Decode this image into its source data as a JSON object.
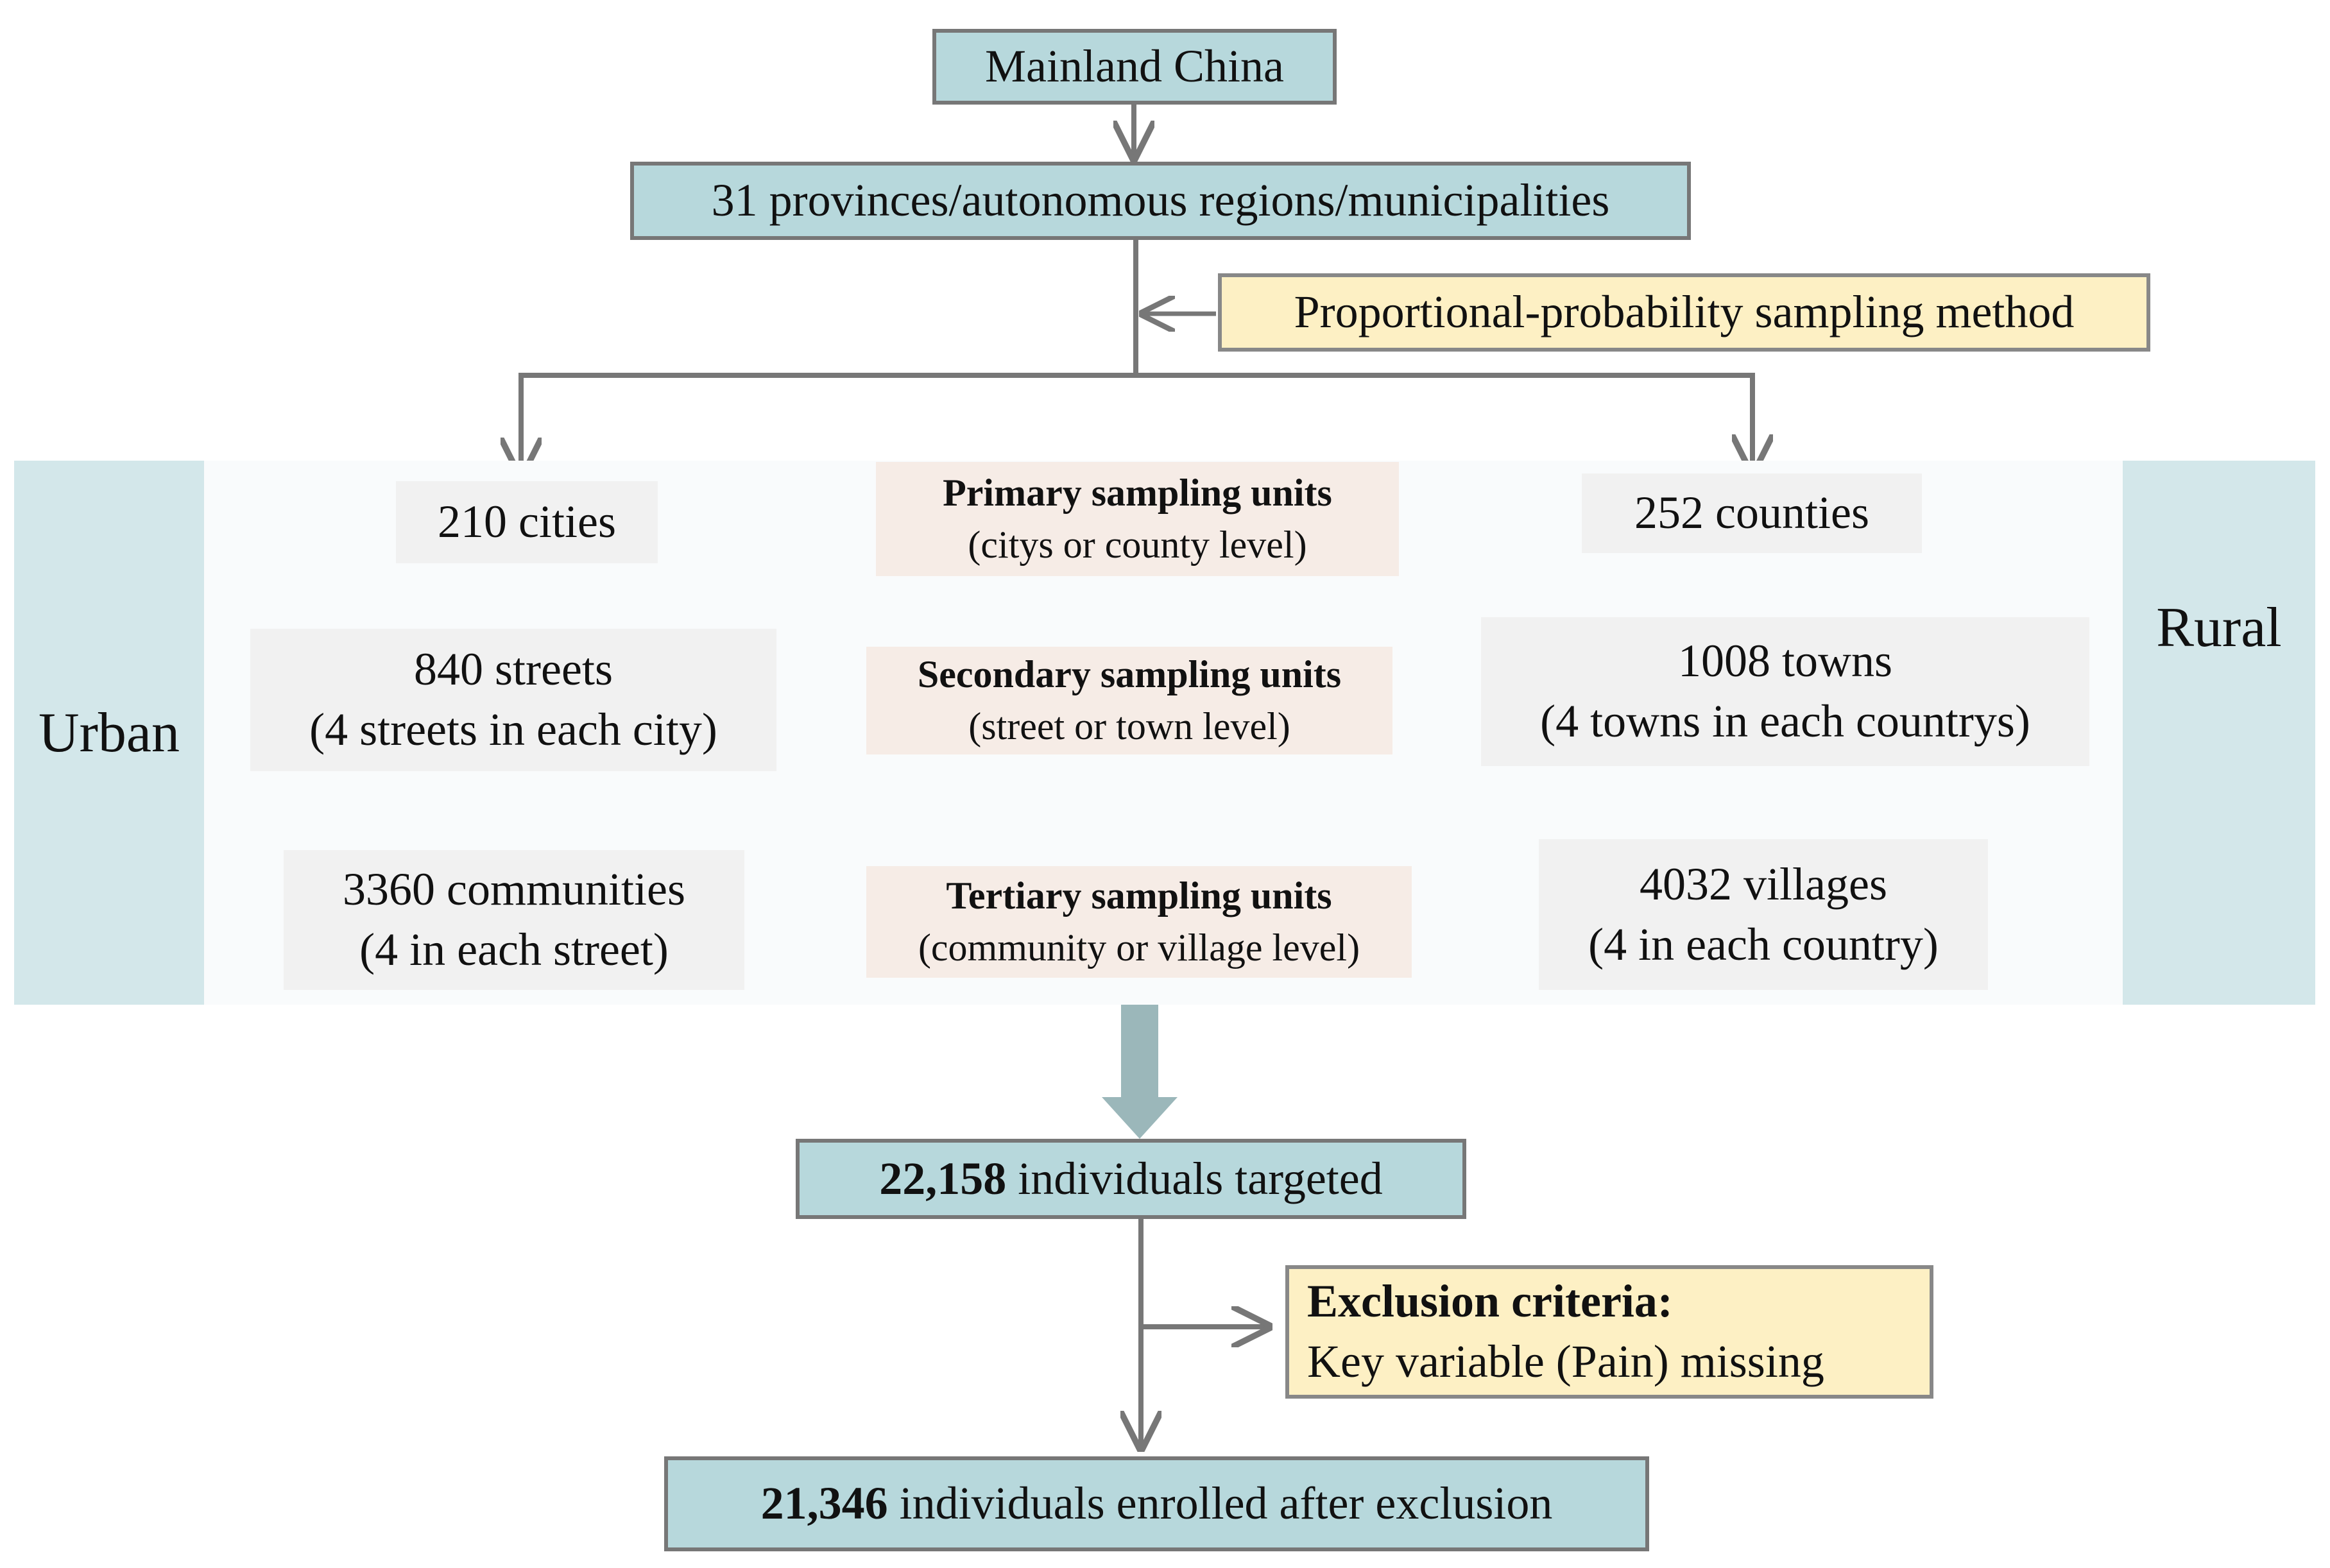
{
  "top": {
    "mainland": "Mainland China",
    "provinces": "31 provinces/autonomous regions/municipalities",
    "method": "Proportional-probability sampling method"
  },
  "sides": {
    "urban": "Urban",
    "rural": "Rural"
  },
  "levels": {
    "primary": {
      "title": "Primary sampling units",
      "sub": "(citys or county level)"
    },
    "secondary": {
      "title": "Secondary sampling units",
      "sub": "(street or town level)"
    },
    "tertiary": {
      "title": "Tertiary sampling units",
      "sub": "(community or village level)"
    }
  },
  "urban": {
    "cities": "210 cities",
    "streets": "840 streets",
    "streets_note": "(4 streets in each city)",
    "communities": "3360 communities",
    "communities_note": "(4 in each street)"
  },
  "rural": {
    "counties": "252 counties",
    "towns": "1008 towns",
    "towns_note": "(4 towns in each countrys)",
    "villages": "4032 villages",
    "villages_note": "(4 in each country)"
  },
  "targeted": {
    "number": "22,158",
    "text": " individuals targeted"
  },
  "exclusion": {
    "title": "Exclusion criteria:",
    "detail": "Key variable (Pain) missing"
  },
  "enrolled": {
    "number": "21,346",
    "text": " individuals enrolled after exclusion"
  },
  "colors": {
    "teal_box": "#b7d8dc",
    "side_band": "#d3e7ea",
    "cream_box": "#fdf0c4",
    "unit_box": "#f6ece6",
    "gray_box": "#f1f1f1",
    "arrow": "#777777",
    "big_arrow": "#9bb7ba"
  }
}
